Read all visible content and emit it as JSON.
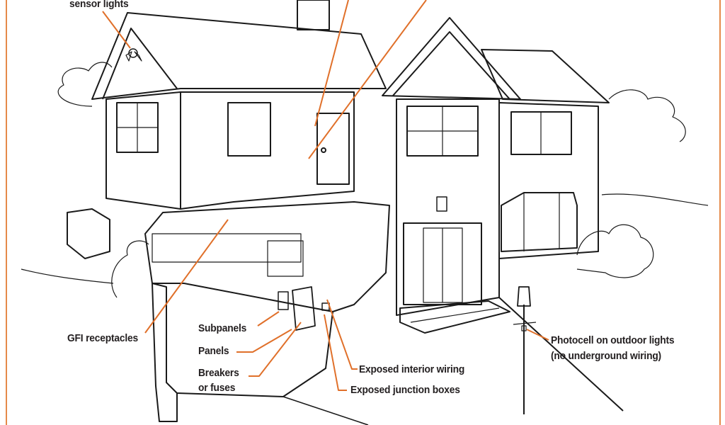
{
  "colors": {
    "leader": "#e0702a",
    "border": "#e58a4a",
    "ink": "#231f20"
  },
  "labels": {
    "sensor_lights": "sensor lights",
    "gfi_receptacles": "GFI receptacles",
    "subpanels": "Subpanels",
    "panels": "Panels",
    "breakers_line1": "Breakers",
    "breakers_line2": "or fuses",
    "exposed_interior_wiring": "Exposed interior wiring",
    "exposed_junction_boxes": "Exposed junction boxes",
    "photocell_line1": "Photocell on outdoor lights",
    "photocell_line2": "(no underground wiring)"
  }
}
